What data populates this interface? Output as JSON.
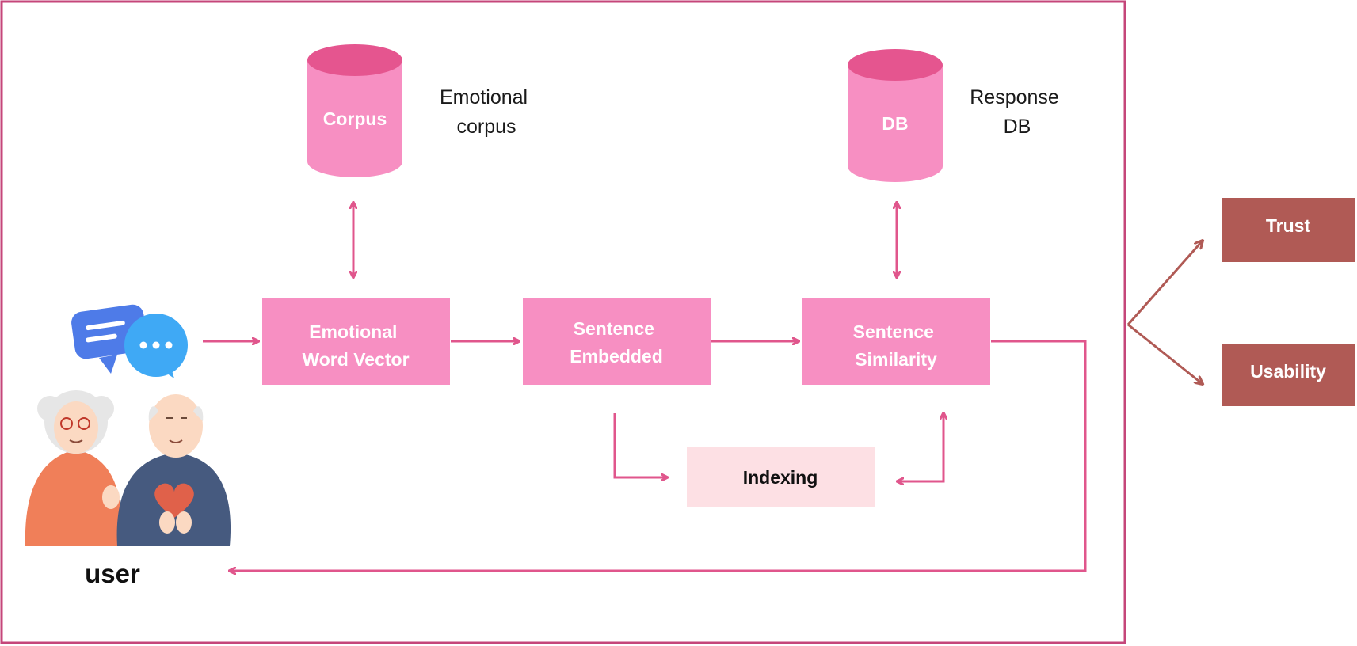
{
  "colors": {
    "frame": "#c5467a",
    "node_fill": "#f78fc2",
    "cylinder_top": "#e5558f",
    "arrow": "#e0568c",
    "index_fill": "#fde0e4",
    "outcome_fill": "#b05a55",
    "outcome_arrow": "#b05a55"
  },
  "databases": [
    {
      "id": "corpus",
      "label": "Corpus",
      "caption_lines": [
        "Emotional",
        "corpus"
      ]
    },
    {
      "id": "db",
      "label": "DB",
      "caption_lines": [
        "Response",
        "DB"
      ]
    }
  ],
  "pipeline": [
    {
      "id": "ewv",
      "lines": [
        "Emotional",
        "Word Vector"
      ]
    },
    {
      "id": "se",
      "lines": [
        "Sentence",
        "Embedded"
      ]
    },
    {
      "id": "ss",
      "lines": [
        "Sentence",
        "Similarity"
      ]
    }
  ],
  "indexing": {
    "label": "Indexing"
  },
  "user": {
    "label": "user",
    "icons": [
      "chat-bubbles-icon",
      "elderly-couple-icon"
    ]
  },
  "outcomes": [
    {
      "id": "trust",
      "label": "Trust"
    },
    {
      "id": "usability",
      "label": "Usability"
    }
  ]
}
